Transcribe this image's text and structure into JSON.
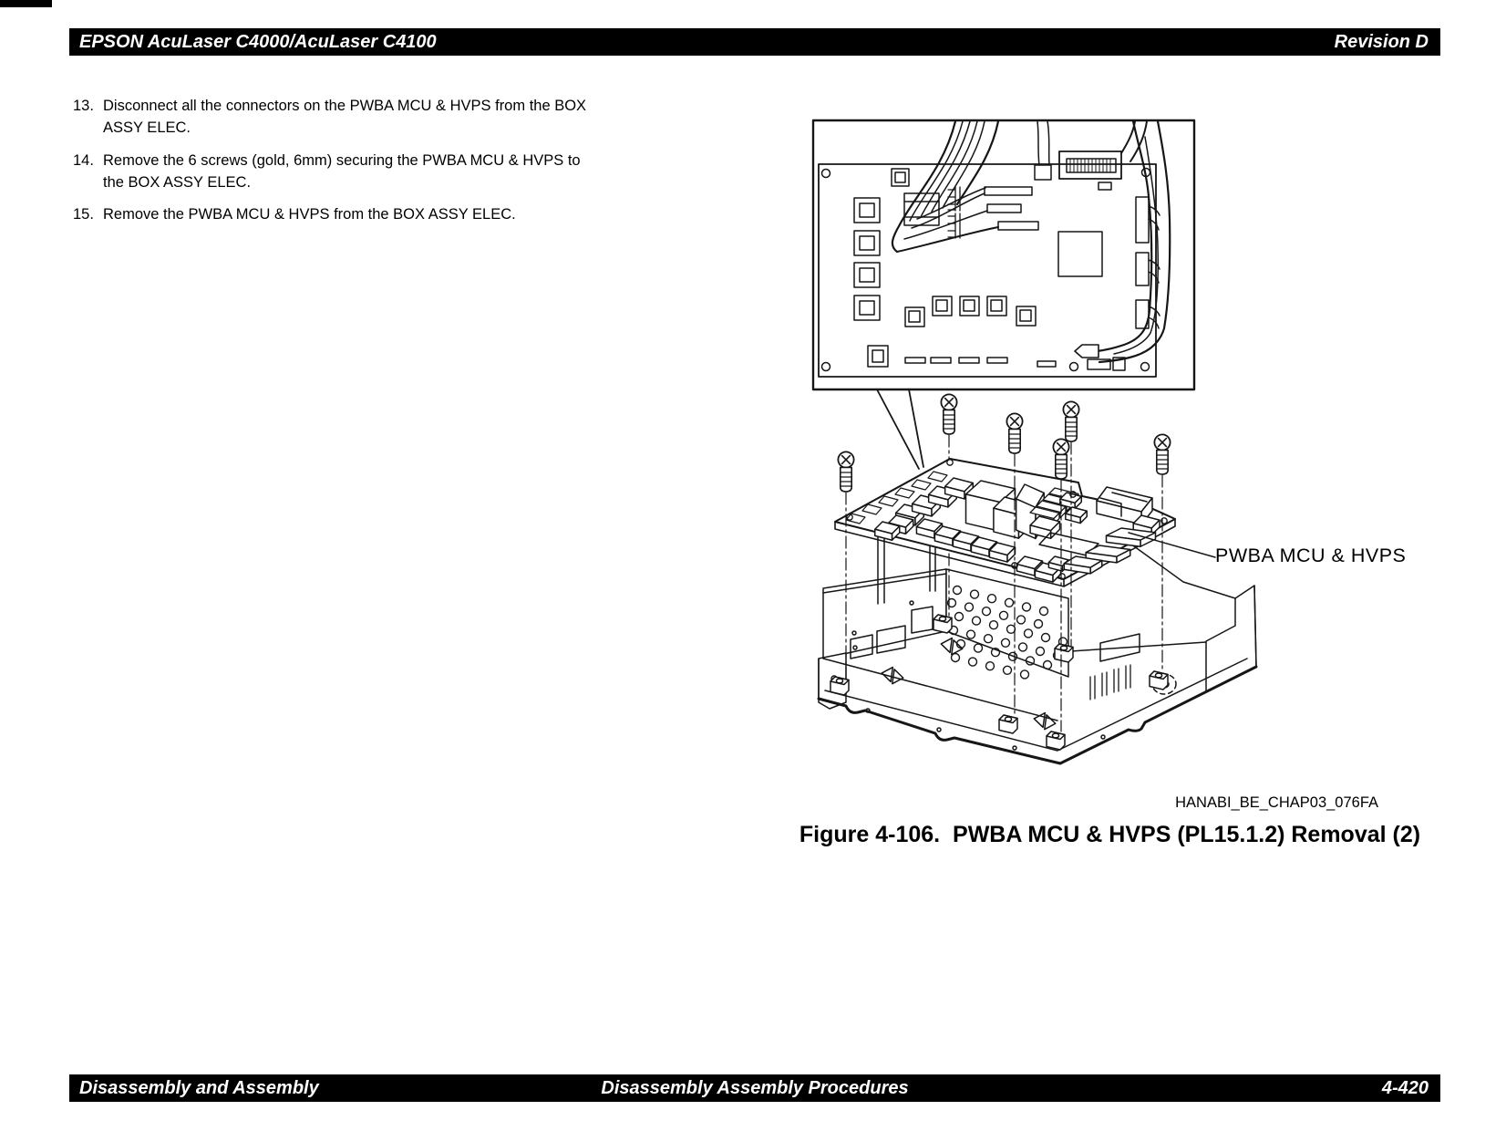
{
  "header": {
    "title": "EPSON AcuLaser C4000/AcuLaser C4100",
    "revision": "Revision D"
  },
  "steps": [
    {
      "num": "13.",
      "lines": [
        "Disconnect all the connectors on the PWBA MCU & HVPS from the BOX",
        "ASSY ELEC."
      ]
    },
    {
      "num": "14.",
      "lines": [
        "Remove the 6 screws (gold, 6mm) securing the PWBA MCU & HVPS to",
        "the BOX ASSY ELEC."
      ]
    },
    {
      "num": "15.",
      "lines": [
        "Remove the PWBA MCU & HVPS from the BOX ASSY ELEC."
      ]
    }
  ],
  "figure": {
    "part_label": "PWBA MCU & HVPS",
    "image_code": "HANABI_BE_CHAP03_076FA",
    "caption": "Figure 4-106.  PWBA MCU & HVPS (PL15.1.2) Removal (2)",
    "screw_count": 6
  },
  "footer": {
    "left": "Disassembly and Assembly",
    "center": "Disassembly Assembly Procedures",
    "right": "4-420"
  },
  "colors": {
    "ink": "#111111",
    "paper": "#ffffff"
  }
}
